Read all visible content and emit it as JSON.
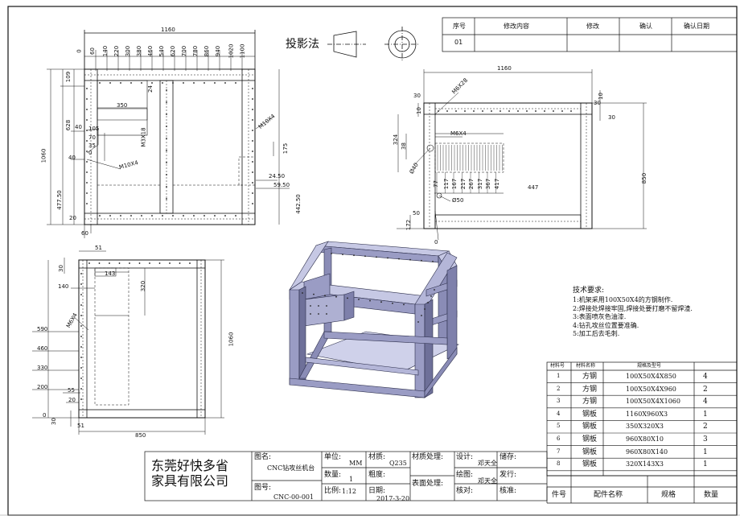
{
  "revision_table": {
    "headers": [
      "序号",
      "修改内容",
      "修改",
      "确认",
      "确认日期"
    ],
    "rows": [
      [
        "01",
        "",
        "",
        "",
        ""
      ]
    ]
  },
  "projection": {
    "label": "投影法"
  },
  "front_view": {
    "overall_width": "1160",
    "top_ticks": [
      "0",
      "60",
      "140",
      "220",
      "300",
      "380",
      "460",
      "540",
      "620",
      "700",
      "780",
      "860",
      "940",
      "1020",
      "1100"
    ],
    "height": "1060",
    "dims": {
      "left_109": "109",
      "left_628": "628",
      "left_40a": "40",
      "left_40b": "40",
      "left_477": "477.50",
      "w_350": "350",
      "v_24": "24",
      "m10": "M10X4",
      "m3": "M3X18",
      "s105": "105",
      "s70": "70",
      "s35": "35",
      "s0": "0",
      "m10b": "M10X4",
      "d175": "175",
      "d2450": "24.50",
      "d5950": "59.50",
      "d442": "442.50",
      "b20": "20",
      "b60": "60"
    }
  },
  "side_view": {
    "width": "1160",
    "height": "850",
    "dims": {
      "d30a": "30",
      "d10": "10",
      "m6x28": "M6X28",
      "d10b": "10",
      "d30b": "30",
      "d30c": "30",
      "d324": "324",
      "d38": "38",
      "m6x4": "M6X4",
      "d40": "Ø40",
      "hole_ticks": [
        "77",
        "117",
        "167",
        "217",
        "267",
        "317",
        "367",
        "417"
      ],
      "d447": "447",
      "d50": "Ø50",
      "d50b": "50",
      "d172": "172",
      "d0": "0"
    }
  },
  "top_view": {
    "width": "850",
    "height": "1060",
    "dims": {
      "d30": "30",
      "d51": "51",
      "d143": "143",
      "d320": "320",
      "d140": "140",
      "m6x4": "M6X4",
      "v590": "590",
      "v460": "460",
      "v330": "330",
      "v200": "200",
      "d55": "55",
      "d20": "20",
      "v0": "0",
      "d30b": "30",
      "d51b": "51"
    }
  },
  "tech_notes": {
    "title": "技术要求:",
    "items": [
      "1:机架采用100X50X4的方钢制作.",
      "2:焊接处焊接牢固,焊接处要打磨不留焊渣.",
      "3:表面喷灰色油漆.",
      "4:钻孔攻丝位置要准确.",
      "5:加工后去毛刺."
    ]
  },
  "bom": {
    "headers": [
      "材料号",
      "材料名称",
      "规格及型号",
      ""
    ],
    "rows": [
      [
        "1",
        "方钢",
        "100X50X4X850",
        "4"
      ],
      [
        "2",
        "方钢",
        "100X50X4X960",
        "2"
      ],
      [
        "3",
        "方钢",
        "100X50X4X1060",
        "4"
      ],
      [
        "4",
        "钢板",
        "1160X960X3",
        "1"
      ],
      [
        "5",
        "钢板",
        "350X320X3",
        "2"
      ],
      [
        "6",
        "钢板",
        "960X80X10",
        "3"
      ],
      [
        "7",
        "钢板",
        "960X80X140",
        "1"
      ],
      [
        "8",
        "钢板",
        "320X143X3",
        "1"
      ]
    ],
    "footer": [
      "件号",
      "配件名称",
      "规格",
      "数量"
    ]
  },
  "title_block": {
    "company_line1": "东莞好快多省",
    "company_line2": "家具有限公司",
    "drawing_name_label": "图名:",
    "drawing_name": "CNC钻攻丝机台",
    "drawing_no_label": "图号:",
    "drawing_no": "CNC-00-001",
    "unit_label": "单位:",
    "unit": "MM",
    "qty_label": "数量:",
    "qty": "1",
    "scale_label": "比例:",
    "scale": "1:12",
    "material_label": "材质:",
    "material": "Q235",
    "roughness_label": "粗度:",
    "date_label": "日期:",
    "date": "2017-3-20",
    "material_treatment_label": "材质处理:",
    "surface_treatment_label": "表面处理:",
    "design_label": "设计:",
    "designer": "邓天全",
    "drawing_label": "绘图:",
    "drafter": "邓天全",
    "check_label": "核对:",
    "storage_label": "储存:",
    "issue_label": "发行:",
    "approve_label": "核准:"
  },
  "colors": {
    "line": "#111111",
    "frame_face": "#9a9cc4",
    "frame_dark": "#6e7099",
    "frame_light": "#c6c8e4",
    "plate": "#cfd1ea"
  }
}
